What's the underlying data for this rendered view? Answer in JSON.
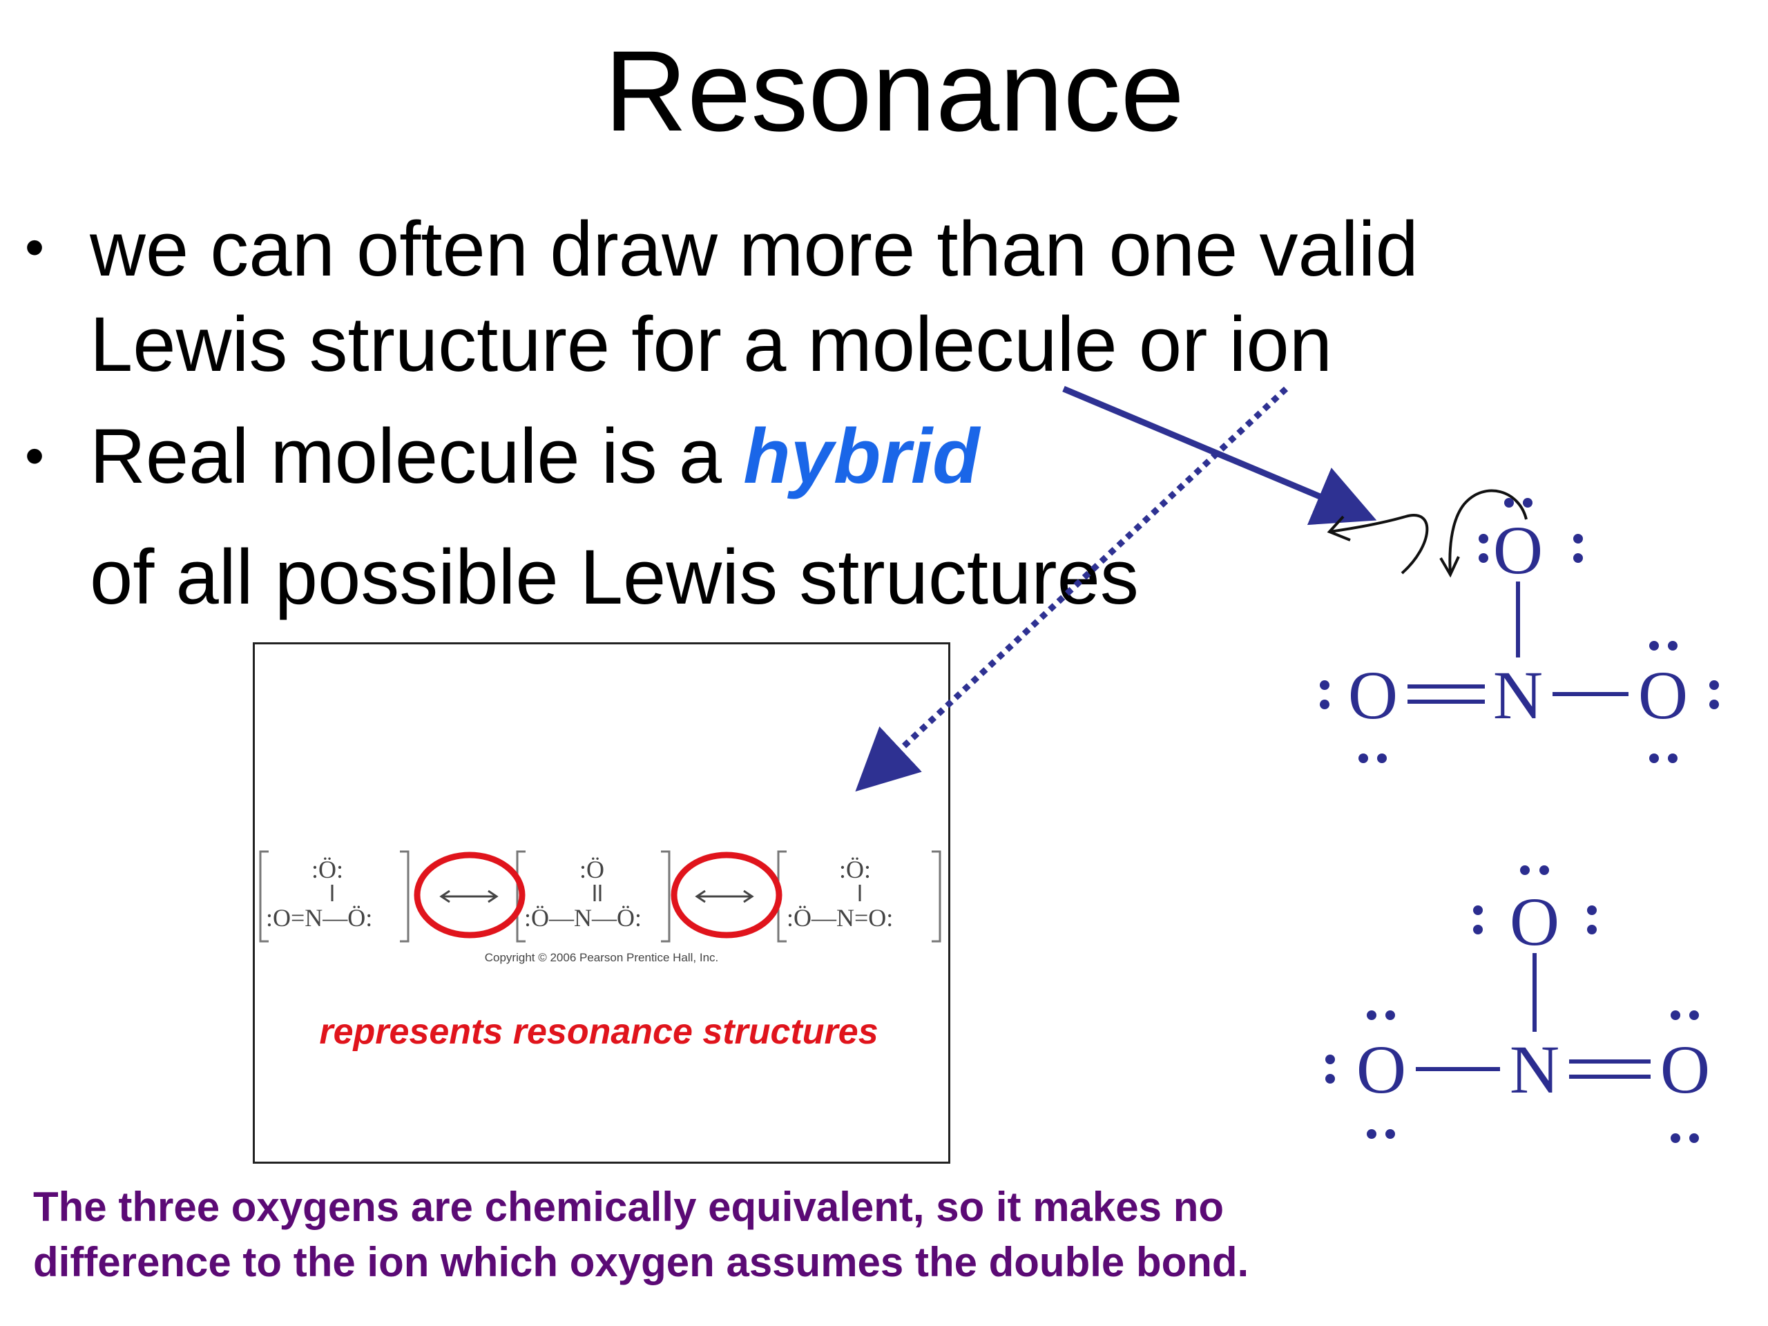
{
  "title": "Resonance",
  "bullets": [
    {
      "lines": [
        "we can often draw more than one valid",
        "Lewis structure for a molecule or ion"
      ]
    },
    {
      "line1_prefix": "Real molecule is a ",
      "line1_emphasis": "hybrid",
      "line2": "of all possible Lewis structures"
    }
  ],
  "figure": {
    "copyright": "Copyright © 2006 Pearson Prentice Hall, Inc.",
    "note": "represents resonance structures",
    "structures": [
      {
        "top": ":Ö:",
        "bottom": ":O=N—Ö:"
      },
      {
        "top": ":Ö",
        "bottom": ":Ö—N—Ö:"
      },
      {
        "top": ":Ö:",
        "bottom": ":Ö—N=O:"
      }
    ]
  },
  "molecules": {
    "atom_o": "O",
    "atom_n": "N",
    "color": "#2b2d8f"
  },
  "caption": "The three oxygens are chemically equivalent, so it makes no difference to the ion which oxygen assumes the double bond.",
  "colors": {
    "arrow": "#2e3192",
    "emphasis": "#1a66e8",
    "note": "#e0141c",
    "caption": "#5b0a75",
    "circle": "#e0141c"
  }
}
